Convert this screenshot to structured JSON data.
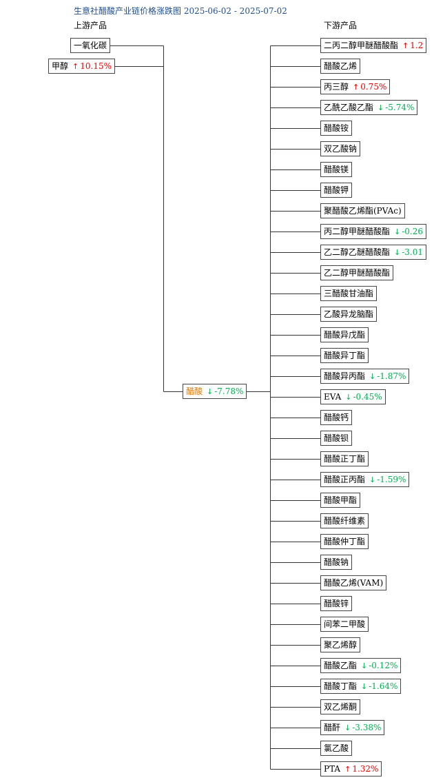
{
  "title": "生意社醋酸产业链价格涨跌图  2025-06-02 - 2025-07-02",
  "upstream_label": "上游产品",
  "downstream_label": "下游产品",
  "colors": {
    "up": "#e60000",
    "down": "#00b050",
    "center": "#e07a00",
    "title": "#1f4e8c"
  },
  "upstream": [
    {
      "name": "一氧化碳",
      "change": "",
      "dir": ""
    },
    {
      "name": "甲醇",
      "change": "10.15%",
      "dir": "up"
    }
  ],
  "center": {
    "name": "醋酸",
    "change": "-7.78%",
    "dir": "down"
  },
  "downstream": [
    {
      "name": "二丙二醇甲醚醋酸酯",
      "change": "1.2",
      "dir": "up"
    },
    {
      "name": "醋酸乙烯",
      "change": "",
      "dir": ""
    },
    {
      "name": "丙三醇",
      "change": "0.75%",
      "dir": "up"
    },
    {
      "name": "乙酰乙酸乙酯",
      "change": "-5.74%",
      "dir": "down"
    },
    {
      "name": "醋酸铵",
      "change": "",
      "dir": ""
    },
    {
      "name": "双乙酸钠",
      "change": "",
      "dir": ""
    },
    {
      "name": "醋酸镁",
      "change": "",
      "dir": ""
    },
    {
      "name": "醋酸钾",
      "change": "",
      "dir": ""
    },
    {
      "name": "聚醋酸乙烯酯(PVAc)",
      "change": "",
      "dir": ""
    },
    {
      "name": "丙二醇甲醚醋酸酯",
      "change": "-0.26",
      "dir": "down"
    },
    {
      "name": "乙二醇乙醚醋酸酯",
      "change": "-3.01",
      "dir": "down"
    },
    {
      "name": "乙二醇甲醚醋酸酯",
      "change": "",
      "dir": ""
    },
    {
      "name": "三醋酸甘油酯",
      "change": "",
      "dir": ""
    },
    {
      "name": "乙酸异龙脑酯",
      "change": "",
      "dir": ""
    },
    {
      "name": "醋酸异戊酯",
      "change": "",
      "dir": ""
    },
    {
      "name": "醋酸异丁酯",
      "change": "",
      "dir": ""
    },
    {
      "name": "醋酸异丙酯",
      "change": "-1.87%",
      "dir": "down"
    },
    {
      "name": "EVA",
      "change": "-0.45%",
      "dir": "down"
    },
    {
      "name": "醋酸钙",
      "change": "",
      "dir": ""
    },
    {
      "name": "醋酸钡",
      "change": "",
      "dir": ""
    },
    {
      "name": "醋酸正丁酯",
      "change": "",
      "dir": ""
    },
    {
      "name": "醋酸正丙酯",
      "change": "-1.59%",
      "dir": "down"
    },
    {
      "name": "醋酸甲酯",
      "change": "",
      "dir": ""
    },
    {
      "name": "醋酸纤维素",
      "change": "",
      "dir": ""
    },
    {
      "name": "醋酸仲丁酯",
      "change": "",
      "dir": ""
    },
    {
      "name": "醋酸钠",
      "change": "",
      "dir": ""
    },
    {
      "name": "醋酸乙烯(VAM)",
      "change": "",
      "dir": ""
    },
    {
      "name": "醋酸锌",
      "change": "",
      "dir": ""
    },
    {
      "name": "间苯二甲酸",
      "change": "",
      "dir": ""
    },
    {
      "name": "聚乙烯醇",
      "change": "",
      "dir": ""
    },
    {
      "name": "醋酸乙酯",
      "change": "-0.12%",
      "dir": "down"
    },
    {
      "name": "醋酸丁酯",
      "change": "-1.64%",
      "dir": "down"
    },
    {
      "name": "双乙烯酮",
      "change": "",
      "dir": ""
    },
    {
      "name": "醋酐",
      "change": "-3.38%",
      "dir": "down"
    },
    {
      "name": "氯乙酸",
      "change": "",
      "dir": ""
    },
    {
      "name": "PTA",
      "change": "1.32%",
      "dir": "up"
    }
  ]
}
